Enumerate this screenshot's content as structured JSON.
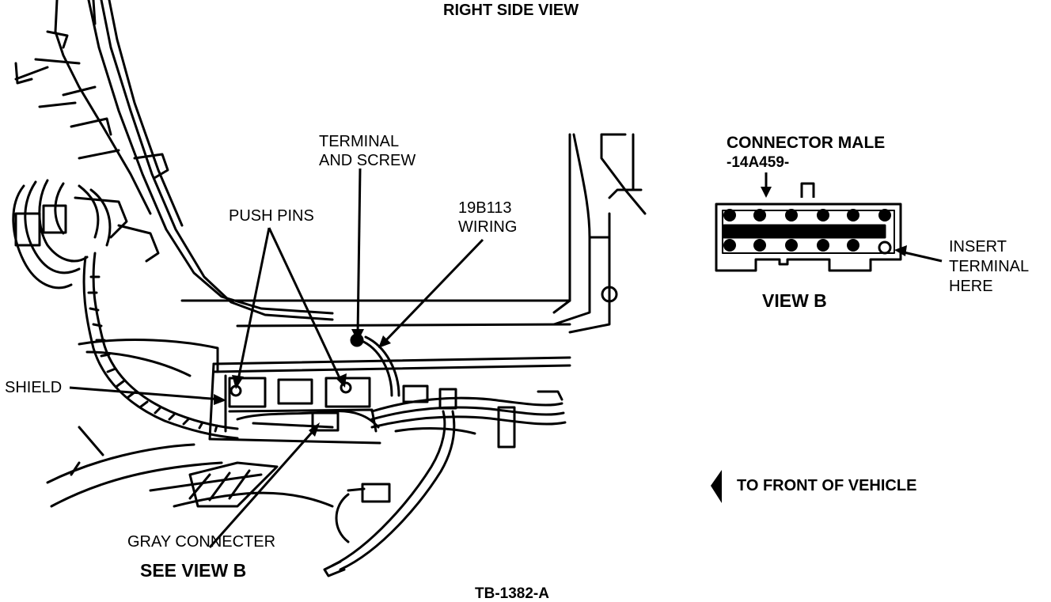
{
  "diagram": {
    "view_title": "RIGHT SIDE VIEW",
    "labels": {
      "terminal_and_screw": [
        "TERMINAL",
        "AND SCREW"
      ],
      "push_pins": "PUSH PINS",
      "wiring": [
        "19B113",
        "WIRING"
      ],
      "shield": "SHIELD",
      "gray_connecter": "GRAY CONNECTER",
      "see_view_b": "SEE VIEW B",
      "figure_id": "TB-1382-A"
    },
    "view_b": {
      "connector_title": "CONNECTOR MALE",
      "part_number": "-14A459-",
      "insert_terminal": [
        "INSERT",
        "TERMINAL",
        "HERE"
      ],
      "view_label": "VIEW B"
    },
    "direction": {
      "text": "TO FRONT OF VEHICLE"
    }
  }
}
